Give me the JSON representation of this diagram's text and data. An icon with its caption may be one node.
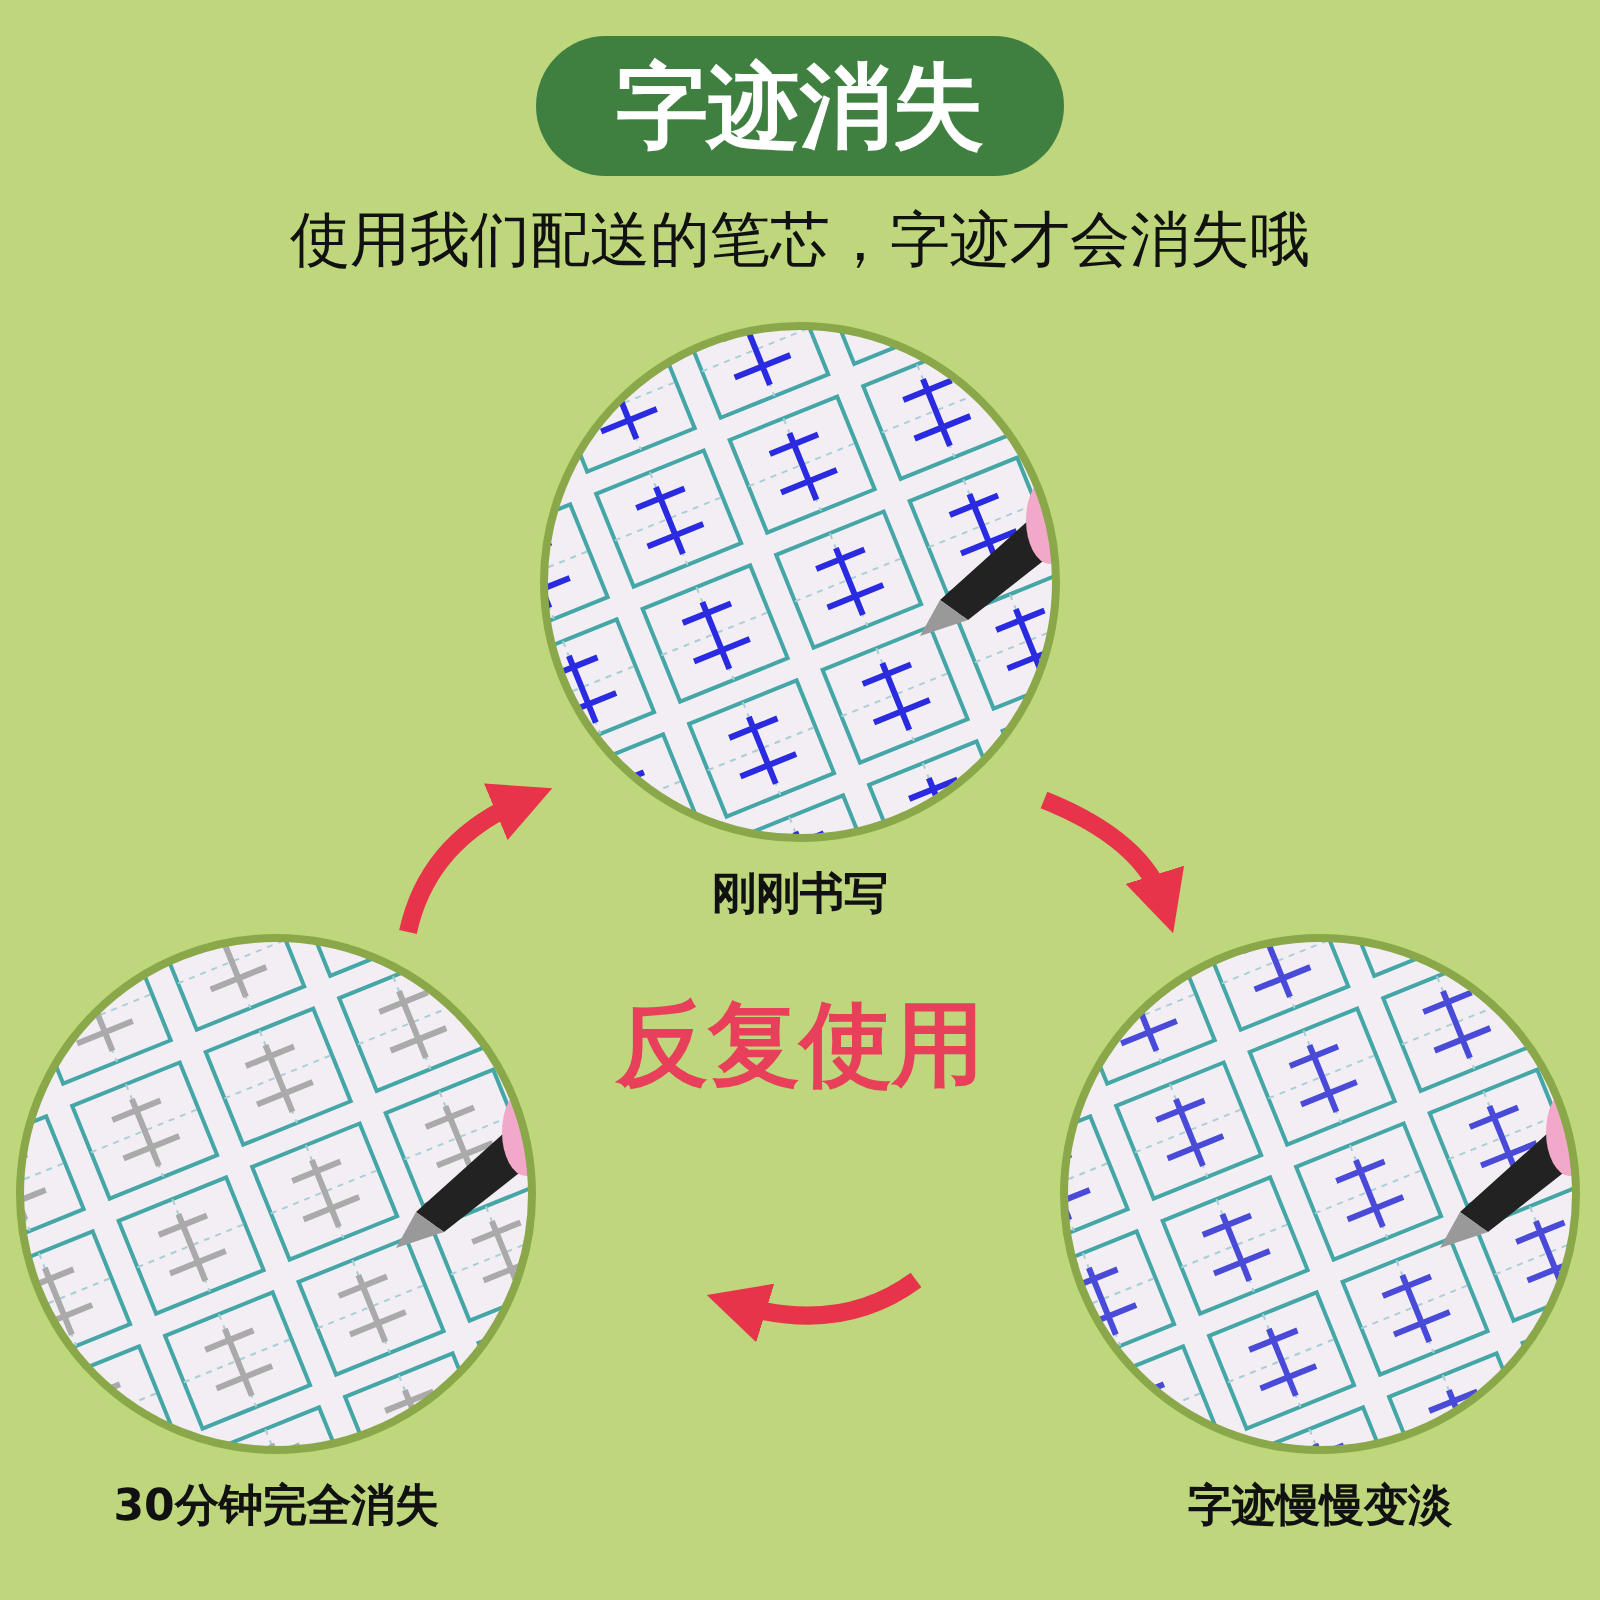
{
  "diagram": {
    "title": "字迹消失",
    "nodes": [
      {
        "text": [
          "刚刚书写"
        ]
      },
      {
        "text": [
          "字迹慢慢变淡"
        ]
      },
      {
        "text": [
          "30分钟完全消失"
        ]
      }
    ],
    "edges": [
      {
        "from": 0,
        "to": 1,
        "arrow": "to"
      },
      {
        "from": 1,
        "to": 2,
        "arrow": "to"
      },
      {
        "from": 2,
        "to": 0,
        "arrow": "to"
      }
    ],
    "labels": [
      "使用我们配送的笔芯，字迹才会消失哦",
      "反复使用"
    ]
  }
}
